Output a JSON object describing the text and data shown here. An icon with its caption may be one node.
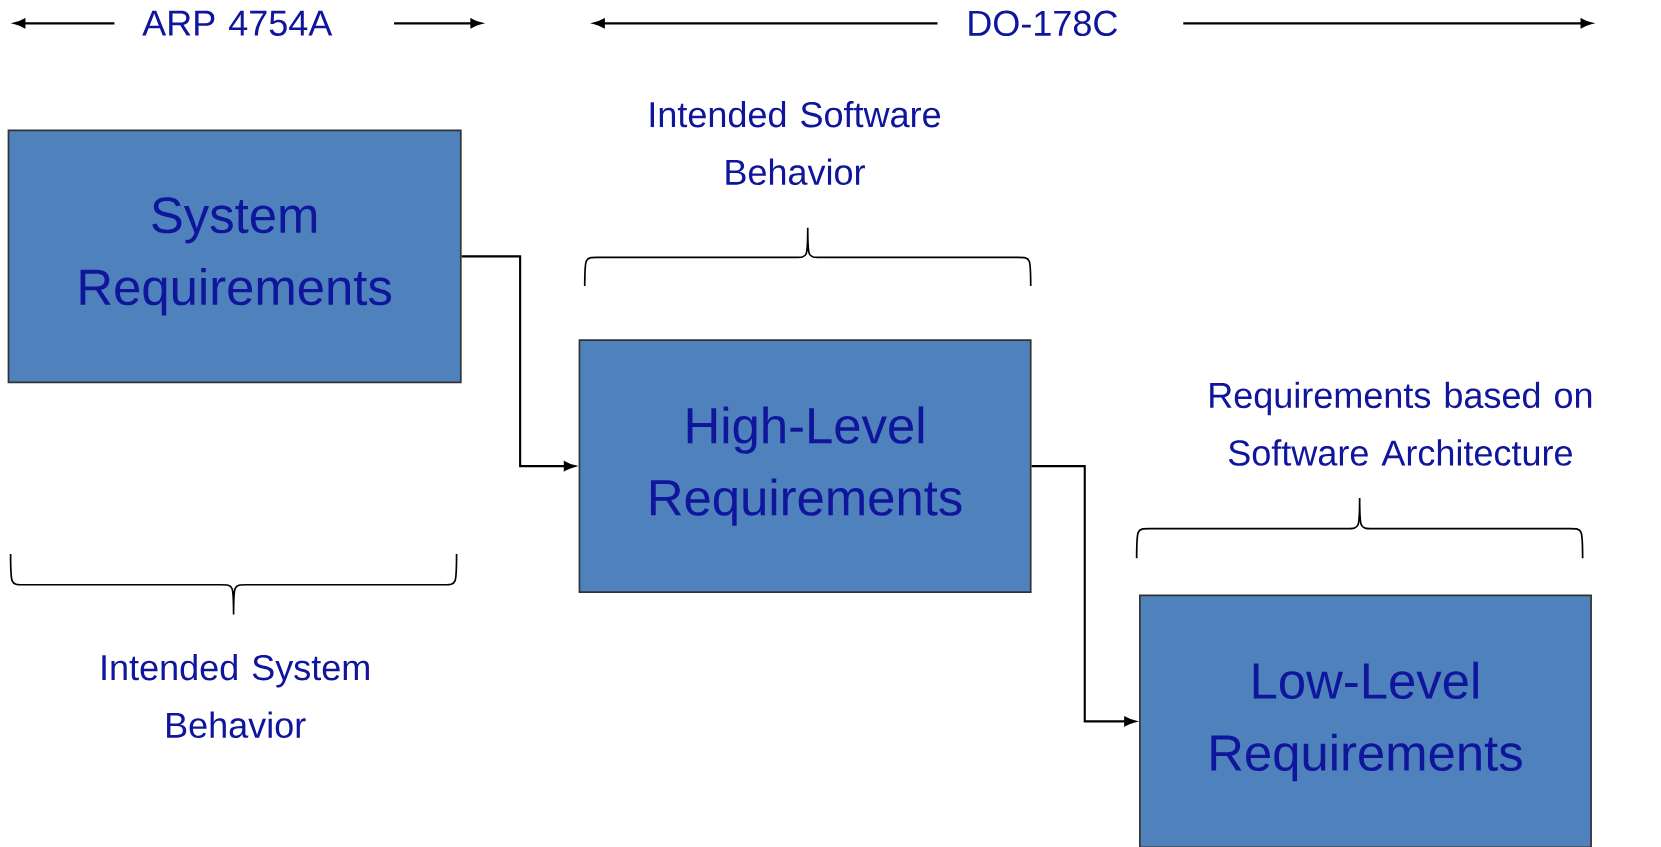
{
  "diagram": {
    "nodes": [
      {
        "text": [
          "System Requirements"
        ]
      },
      {
        "text": [
          "High-Level Requirements"
        ]
      },
      {
        "text": [
          "Low-Level Requirements"
        ]
      }
    ],
    "edges": [
      {
        "from": 0,
        "to": 1,
        "arrow": "to"
      },
      {
        "from": 1,
        "to": 2,
        "arrow": "to"
      }
    ],
    "labels": [
      "ARP 4754A",
      "DO-178C",
      "Intended Software Behavior",
      "Requirements based on Software Architecture",
      "Intended System Behavior"
    ]
  }
}
